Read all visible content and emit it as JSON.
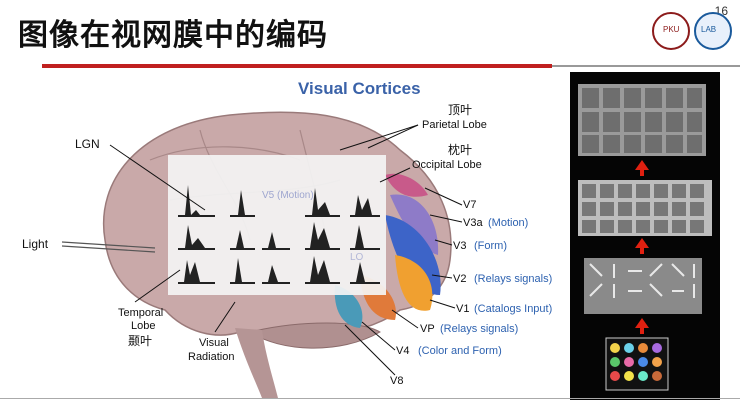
{
  "slide": {
    "title": "图像在视网膜中的编码",
    "page_number": "16"
  },
  "diagram": {
    "heading": "Visual Cortices",
    "labels": {
      "lgn": "LGN",
      "light": "Light",
      "temporal_1": "Temporal",
      "temporal_2": "Lobe",
      "temporal_cn": "颞叶",
      "visual_radiation_1": "Visual",
      "visual_radiation_2": "Radiation",
      "parietal_cn": "顶叶",
      "parietal": "Parietal Lobe",
      "occipital_cn": "枕叶",
      "occipital": "Occipital Lobe",
      "v7": "V7",
      "v3a": "V3a",
      "v3a_note": "(Motion)",
      "v3": "V3",
      "v3_note": "(Form)",
      "v2": "V2",
      "v2_note": "(Relays signals)",
      "v1": "V1",
      "v1_note": "(Catalogs Input)",
      "vp": "VP",
      "vp_note": "(Relays signals)",
      "v4": "V4",
      "v4_note": "(Color and Form)",
      "v8": "V8",
      "v5_overlay": "V5 (Motion)",
      "lo_overlay": "LO"
    }
  },
  "colors": {
    "title_rule": "#c0201f",
    "heading_blue": "#3a62a8",
    "label_blue": "#2e62b0",
    "brain_fill": "#c9a9a9",
    "v1_orange": "#f0a030",
    "v2_blue": "#3d64c8",
    "v3_purple": "#8e7bc8"
  }
}
